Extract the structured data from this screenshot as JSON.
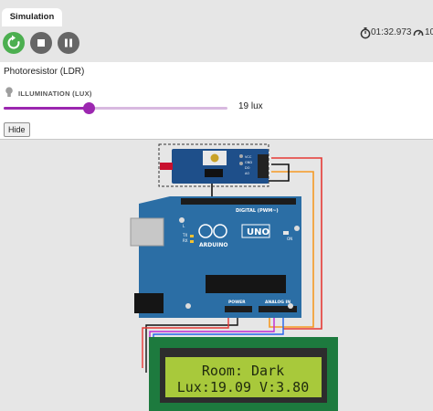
{
  "tabs": {
    "simulation_label": "Simulation"
  },
  "controls": {
    "restart_icon": "restart-icon",
    "stop_icon": "stop-icon",
    "pause_icon": "pause-icon"
  },
  "status": {
    "timer_icon": "stopwatch-icon",
    "elapsed": "01:32.973",
    "speed_icon": "speedometer-icon",
    "speed_text": "10"
  },
  "sensor_panel": {
    "title": "Photoresistor (LDR)",
    "illumination_label": "ILLUMINATION (LUX)",
    "illumination_value": "19 lux",
    "slider_fraction": 0.38,
    "hide_label": "Hide"
  },
  "board": {
    "digital_label": "DIGITAL (PWM~)",
    "model": "UNO",
    "brand": "ARDUINO",
    "power_label": "POWER",
    "analog_label": "ANALOG IN",
    "on_label": "ON",
    "tx_label": "TX",
    "rx_label": "RX",
    "l_label": "L"
  },
  "ldr_module": {
    "pin_labels": [
      "VCC",
      "GND",
      "DO",
      "AO"
    ]
  },
  "lcd": {
    "line1": "Room: Dark",
    "line2": "Lux:19.09 V:3.80"
  },
  "colors": {
    "accent": "#9c27b0",
    "restart": "#4caf50",
    "board": "#2b6ea5",
    "lcd_screen": "#a8c93b",
    "lcd_pcb": "#1d7a3e"
  }
}
